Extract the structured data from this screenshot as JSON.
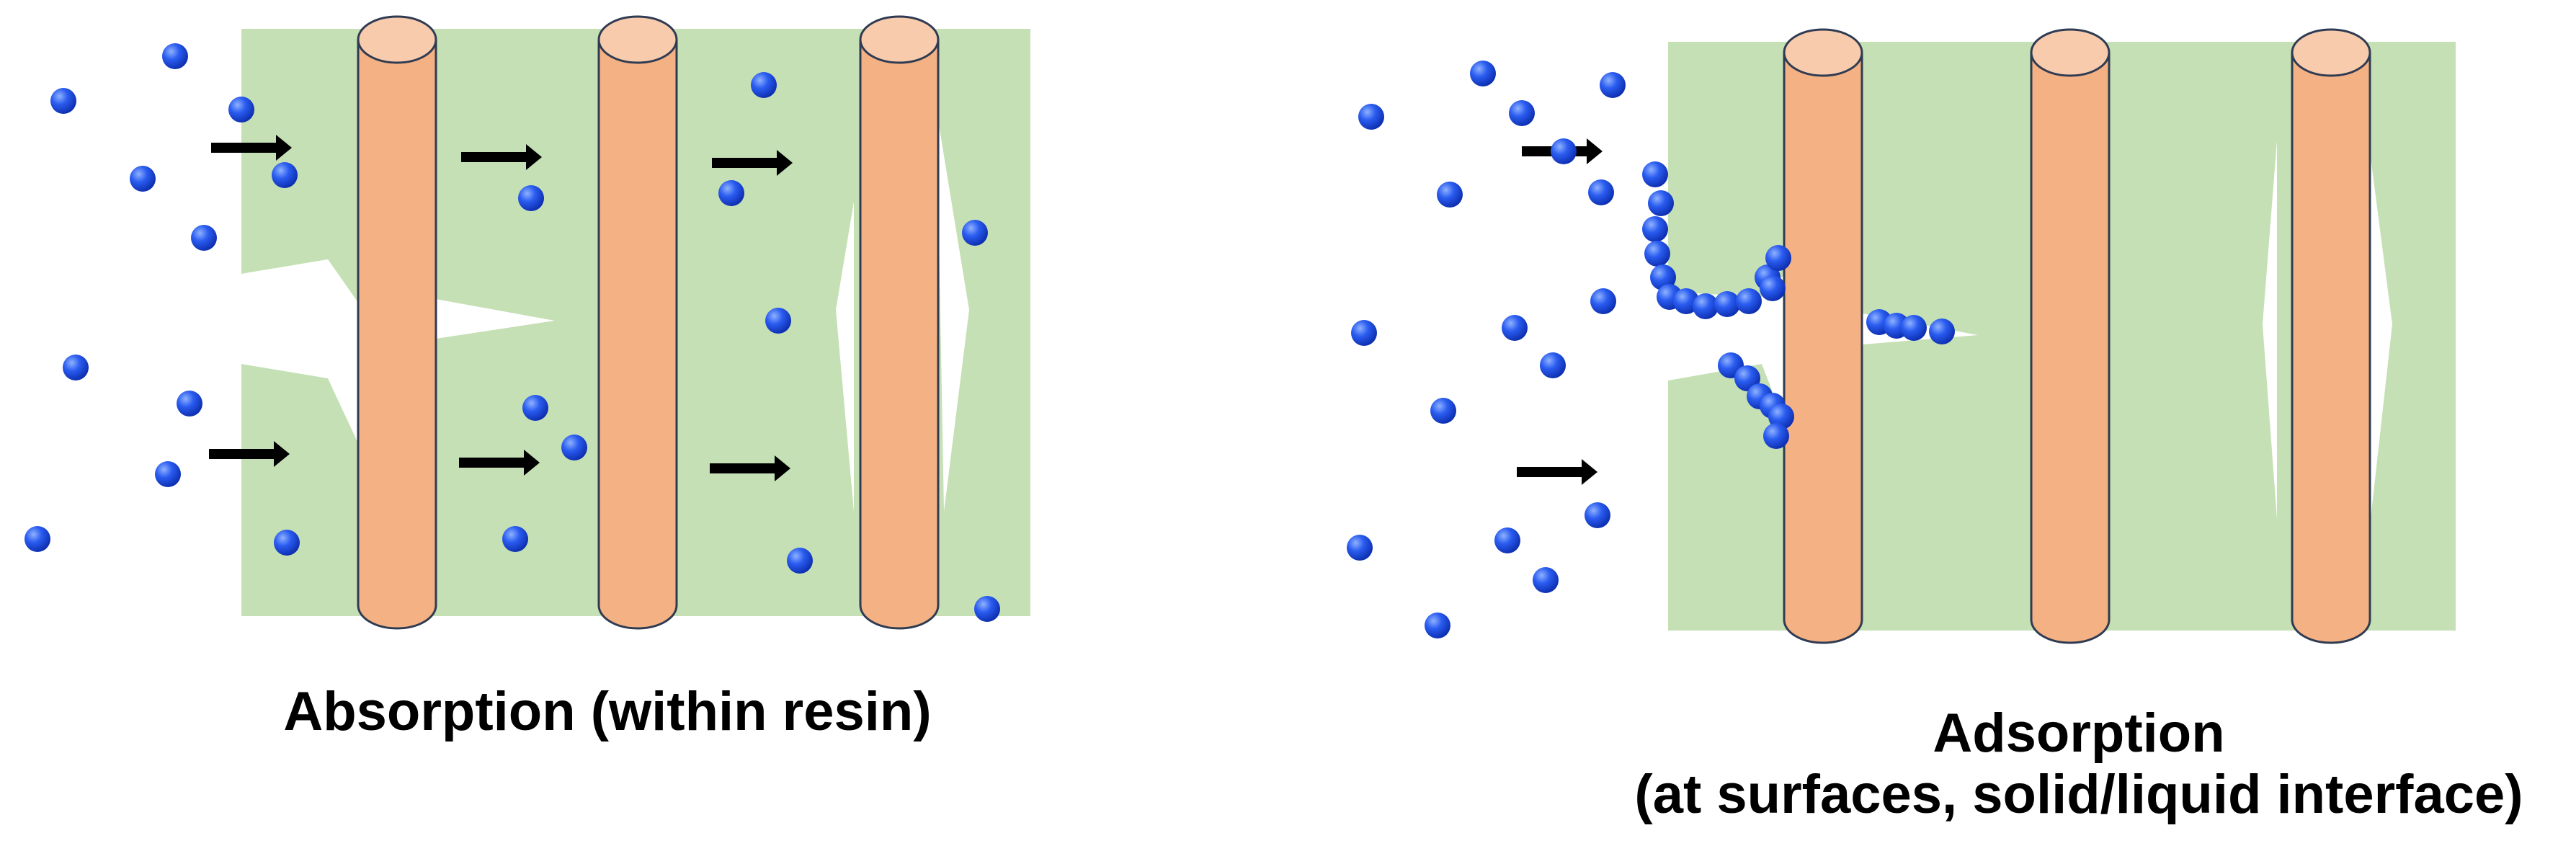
{
  "colors": {
    "resin": "#c5e0b4",
    "fiber": "#f4b183",
    "fiber_top": "#f8cbad",
    "fiber_edge": "#2f3b52",
    "molecule": "#1f4fe0",
    "molecule_highlight": "#7fa6ff",
    "arrow": "#000000",
    "crack": "#ffffff"
  },
  "icons": {
    "molecule": "sphere-icon",
    "flow": "arrow-right-icon",
    "fiber": "cylinder-icon"
  },
  "panels": [
    {
      "id": "absorption",
      "caption_lines": [
        "Absorption (within resin)"
      ]
    },
    {
      "id": "adsorption",
      "caption_lines": [
        "Adsorption",
        "(at surfaces, solid/liquid interface)"
      ]
    }
  ]
}
